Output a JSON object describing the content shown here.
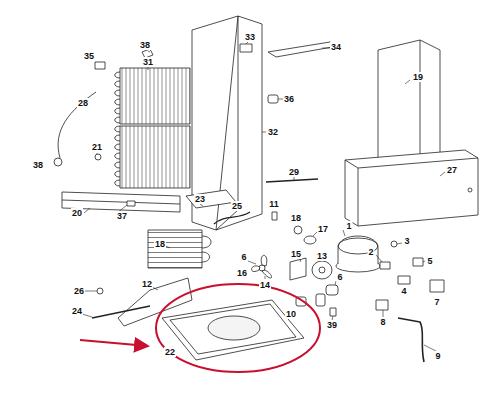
{
  "diagram": {
    "labels": [
      "33",
      "38",
      "34",
      "35",
      "31",
      "19",
      "36",
      "28",
      "32",
      "21",
      "38",
      "27",
      "29",
      "23",
      "11",
      "25",
      "20",
      "37",
      "18",
      "1",
      "17",
      "3",
      "18",
      "2",
      "6",
      "15",
      "13",
      "5",
      "16",
      "6",
      "14",
      "12",
      "4",
      "26",
      "7",
      "10",
      "24",
      "8",
      "39",
      "22",
      "9"
    ]
  }
}
